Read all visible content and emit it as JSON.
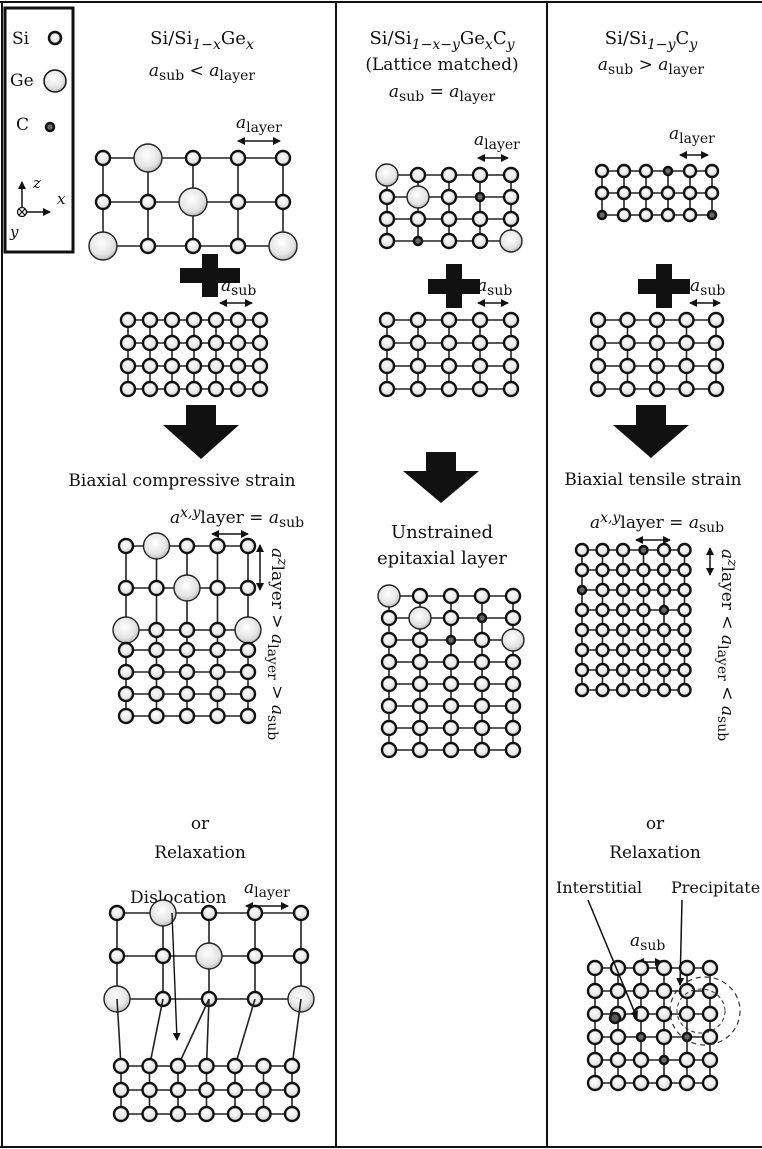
{
  "legend": {
    "si": "Si",
    "ge": "Ge",
    "c": "C",
    "axis_z": "z",
    "axis_x": "x",
    "axis_y": "y"
  },
  "col1": {
    "title_main": "Si/Si",
    "title_sub": "1−x",
    "title_tail": "Ge",
    "title_tail_sub": "x",
    "cond_a": "a",
    "cond_sub1": "sub",
    "cond_op": " < ",
    "cond_a2": "a",
    "cond_sub2": "layer",
    "label_alayer": "layer",
    "label_asub": "sub",
    "strain": "Biaxial compressive strain",
    "axy_sup": "x,y",
    "axy_text": "layer = ",
    "az_text": "layer > ",
    "az_a2": "a",
    "az_sub2": "layer",
    "az_gt": " > ",
    "az_a3": "a",
    "az_sub3": "sub",
    "or": "or",
    "relax": "Relaxation",
    "dislocation": "Dislocation"
  },
  "col2": {
    "title_main": "Si/Si",
    "title_sub": "1−x−y",
    "title_ge": "Ge",
    "title_gesub": "x",
    "title_c": "C",
    "title_csub": "y",
    "matched": "(Lattice matched)",
    "cond_op": " = ",
    "unstrained1": "Unstrained",
    "unstrained2": "epitaxial layer"
  },
  "col3": {
    "title_main": "Si/Si",
    "title_sub": "1−y",
    "title_c": "C",
    "title_csub": "y",
    "cond_op": " > ",
    "strain": "Biaxial tensile strain",
    "az_text": "layer < ",
    "az_lt": " < ",
    "or": "or",
    "relax": "Relaxation",
    "interstitial": "Interstitial",
    "precipitate": "Precipitate"
  }
}
